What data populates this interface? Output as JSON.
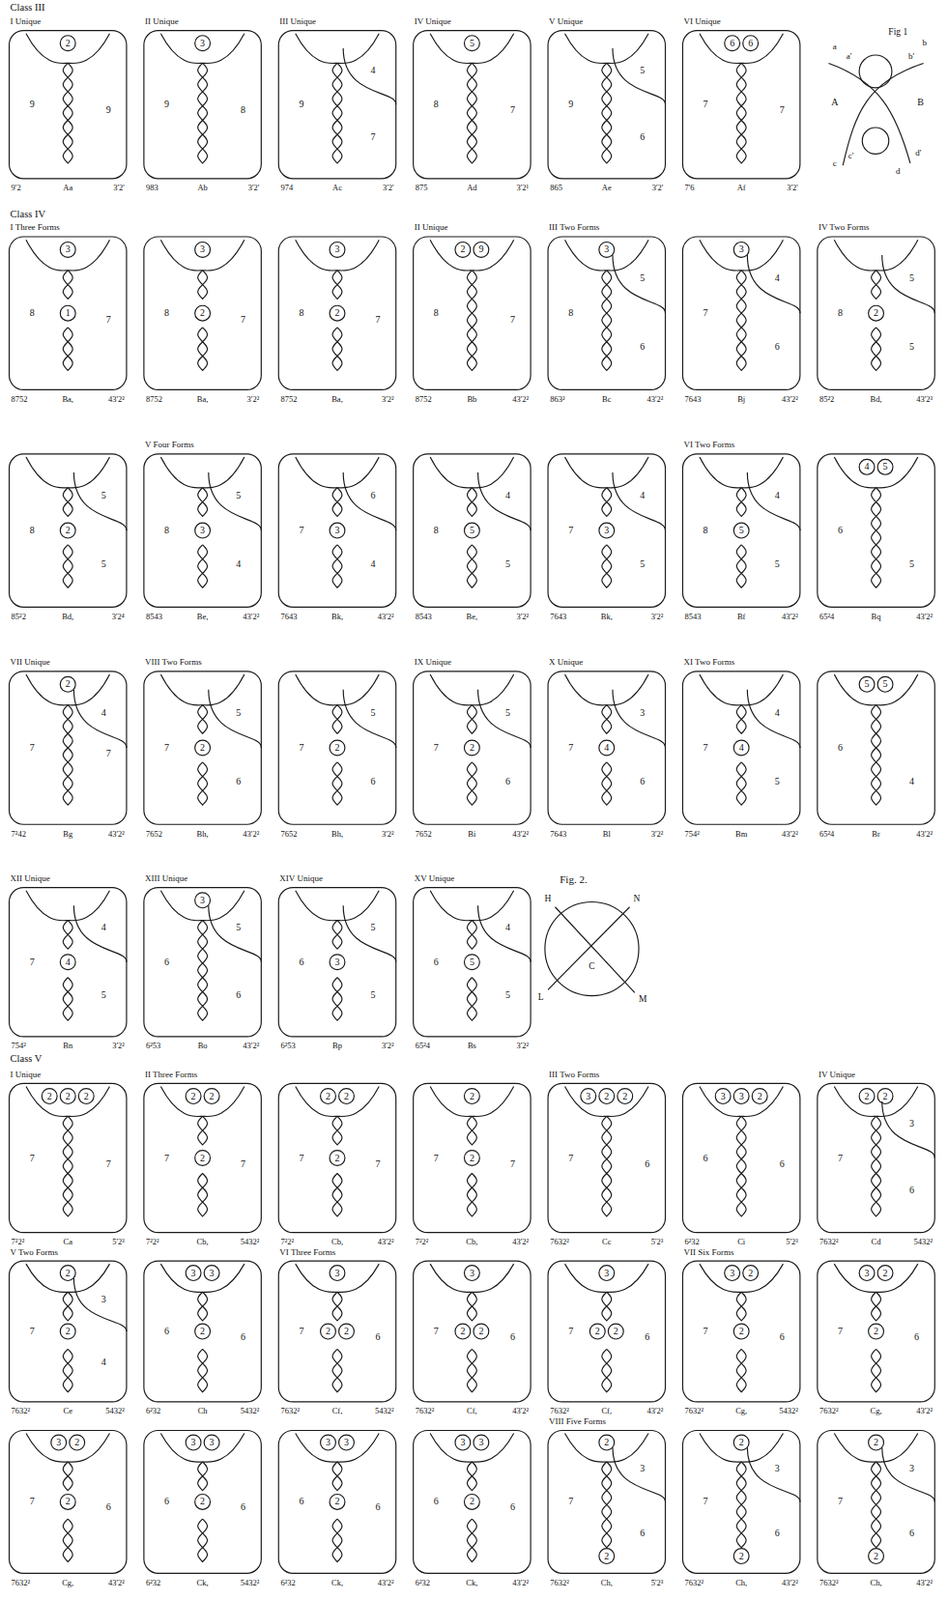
{
  "diagram": {
    "labels": [
      "Class III",
      "I Unique",
      "2",
      "9",
      "9",
      "9'2",
      "Aa",
      "3'2'",
      "II Unique",
      "3",
      "9",
      "8",
      "983",
      "Ab",
      "3'2'",
      "III Unique",
      "4",
      "9",
      "7",
      "974",
      "Ac",
      "3'2'",
      "IV Unique",
      "5",
      "8",
      "7",
      "875",
      "Ad",
      "3'2¹",
      "V Unique",
      "5",
      "9",
      "6",
      "865",
      "Ae",
      "3'2'",
      "VI Unique",
      "6",
      "6",
      "7",
      "7",
      "7'6",
      "Af",
      "3'2'",
      "Fig 1",
      "a",
      "a'",
      "b",
      "b'",
      "A",
      "B",
      "c",
      "c'",
      "d'",
      "d",
      "Class IV",
      "I Three Forms",
      "3",
      "1",
      "8",
      "7",
      "8752",
      "Ba,",
      "43'2²",
      "3",
      "2",
      "8",
      "7",
      "8752",
      "Ba,",
      "3'2²",
      "3",
      "2",
      "8",
      "7",
      "8752",
      "Ba,",
      "3'2²",
      "II Unique",
      "2",
      "9",
      "8",
      "7",
      "8752",
      "Bb",
      "43'2²",
      "III Two Forms",
      "3",
      "5",
      "8",
      "6",
      "863²",
      "Bc",
      "43'2²",
      "3",
      "4",
      "7",
      "6",
      "7643",
      "Bj",
      "43'2²",
      "IV Two Forms",
      "5",
      "2",
      "8",
      "5",
      "85²2",
      "Bd,",
      "43'2³",
      "5",
      "2",
      "8",
      "5",
      "85²2",
      "Bd,",
      "3'2⁴",
      "V Four Forms",
      "5",
      "3",
      "8",
      "4",
      "8543",
      "Be,",
      "43'2²",
      "6",
      "3",
      "7",
      "4",
      "7643",
      "Bk,",
      "43'2²",
      "4",
      "5",
      "8",
      "5",
      "8543",
      "Be,",
      "3'2²",
      "4",
      "3",
      "7",
      "5",
      "7643",
      "Bk,",
      "3'2²",
      "VI Two Forms",
      "4",
      "5",
      "8",
      "5",
      "8543",
      "Bf",
      "43'2²",
      "4",
      "5",
      "6",
      "5",
      "65²4",
      "Bq",
      "43'2²",
      "VII Unique",
      "2",
      "4",
      "7",
      "7",
      "7²42",
      "Bg",
      "43'2²",
      "VIII Two Forms",
      "5",
      "2",
      "7",
      "6",
      "7652",
      "Bh,",
      "43'2²",
      "5",
      "2",
      "7",
      "6",
      "7652",
      "Bh,",
      "3'2²",
      "IX Unique",
      "5",
      "2",
      "7",
      "6",
      "7652",
      "Bi",
      "43'2²",
      "X Unique",
      "3",
      "4",
      "7",
      "6",
      "7643",
      "Bl",
      "3'2²",
      "XI Two Forms",
      "4",
      "4",
      "7",
      "5",
      "754²",
      "Bm",
      "43'2²",
      "5",
      "5",
      "6",
      "4",
      "65²4",
      "Br",
      "43'2²",
      "XII Unique",
      "4",
      "4",
      "7",
      "5",
      "754²",
      "Bn",
      "3'2²",
      "XIII Unique",
      "3",
      "5",
      "6",
      "6",
      "6²53",
      "Bo",
      "43'2²",
      "XIV Unique",
      "5",
      "3",
      "6",
      "5",
      "6²53",
      "Bp",
      "3'2²",
      "XV Unique",
      "4",
      "5",
      "6",
      "5",
      "65²4",
      "Bs",
      "3'2²",
      "Fig. 2.",
      "H",
      "N",
      "L",
      "C",
      "M",
      "Class V",
      "I Unique",
      "2",
      "2",
      "2",
      "7",
      "7",
      "7²2²",
      "Ca",
      "5'2³",
      "II Three Forms",
      "2",
      "2",
      "2",
      "7",
      "7",
      "7²2²",
      "Cb,",
      "5432²",
      "2",
      "2",
      "2",
      "7",
      "7",
      "7²2²",
      "Cb,",
      "43'2²",
      "2",
      "2",
      "7",
      "7",
      "7²2²",
      "Cb,",
      "43'2²",
      "III Two Forms",
      "3",
      "2",
      "2",
      "7",
      "6",
      "7632²",
      "Cc",
      "5'2³",
      "3",
      "3",
      "2",
      "6",
      "6",
      "6²32",
      "Ci",
      "5'2³",
      "IV Unique",
      "2",
      "2",
      "3",
      "7",
      "6",
      "7632²",
      "Cd",
      "5432²",
      "V Two Forms",
      "2",
      "3",
      "2",
      "7",
      "4",
      "7632²",
      "Ce",
      "5432²",
      "3",
      "3",
      "2",
      "6",
      "6",
      "6²32",
      "Ch",
      "5432²",
      "VI Three Forms",
      "3",
      "2",
      "2",
      "7",
      "6",
      "7632²",
      "Cf,",
      "5432²",
      "3",
      "2",
      "2",
      "7",
      "6",
      "7632²",
      "Cf,",
      "43'2²",
      "3",
      "2",
      "2",
      "7",
      "6",
      "7632²",
      "Cf,",
      "43'2²",
      "VII Six Forms",
      "3",
      "2",
      "2",
      "7",
      "6",
      "7632²",
      "Cg,",
      "5432²",
      "3",
      "2",
      "2",
      "7",
      "6",
      "7632²",
      "Cg,",
      "43'2²",
      "3",
      "2",
      "2",
      "7",
      "6",
      "7632²",
      "Cg,",
      "43'2²",
      "3",
      "3",
      "2",
      "6",
      "6",
      "6²32",
      "Ck,",
      "5432²",
      "3",
      "3",
      "2",
      "6",
      "6",
      "6²32",
      "Ck,",
      "43'2²",
      "3",
      "3",
      "2",
      "6",
      "6",
      "6²32",
      "Ck,",
      "43'2²",
      "VIII Five Forms",
      "2",
      "3",
      "7",
      "6",
      "2",
      "7632²",
      "Ch,",
      "5'2³",
      "2",
      "3",
      "7",
      "6",
      "2",
      "7632²",
      "Ch,",
      "43'2²",
      "2",
      "3",
      "7",
      "6",
      "2",
      "7632²",
      "Ch,",
      "43'2²"
    ]
  }
}
